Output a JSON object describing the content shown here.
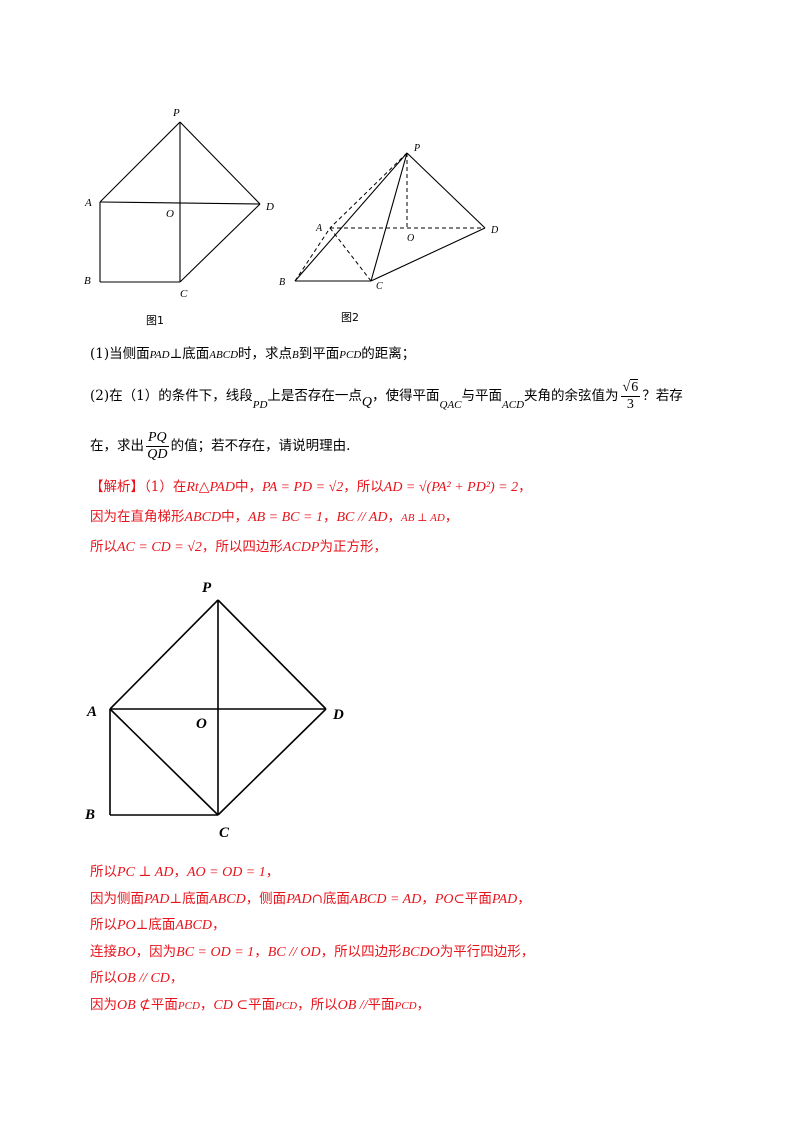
{
  "figure1": {
    "caption": "图1",
    "labels": {
      "P": "P",
      "A": "A",
      "O": "O",
      "D": "D",
      "B": "B",
      "C": "C"
    }
  },
  "figure2": {
    "caption": "图2",
    "labels": {
      "P": "P",
      "A": "A",
      "O": "O",
      "D": "D",
      "B": "B",
      "C": "C"
    }
  },
  "figure3": {
    "labels": {
      "P": "P",
      "A": "A",
      "O": "O",
      "D": "D",
      "B": "B",
      "C": "C"
    }
  },
  "question": {
    "q1_prefix": "(1)当侧面",
    "q1_m1": "PAD",
    "q1_t1": "⊥底面",
    "q1_m2": "ABCD",
    "q1_t2": "时，求点",
    "q1_m3": "B",
    "q1_t3": "到平面",
    "q1_m4": "PCD",
    "q1_t4": "的距离；",
    "q2_prefix": "(2)在（1）的条件下，线段",
    "q2_m1": "PD",
    "q2_t1": "上是否存在一点",
    "q2_m2": "Q",
    "q2_t2": "，使得平面",
    "q2_m3": "QAC",
    "q2_t3": "与平面",
    "q2_m4": "ACD",
    "q2_t4": "夹角的余弦值为",
    "q2_frac_num": "6",
    "q2_frac_den": "3",
    "q2_t5": "？若存",
    "q2_line2_prefix": "在，求出",
    "q2_frac2_num": "PQ",
    "q2_frac2_den": "QD",
    "q2_line2_suffix": "的值；若不存在，请说明理由."
  },
  "solution": {
    "tag": "【解析】",
    "l1_a": "（1）在",
    "l1_m1": "Rt△PAD",
    "l1_b": "中，",
    "l1_m2": "PA = PD = √2",
    "l1_c": "，所以",
    "l1_m3": "AD = √(PA² + PD²) = 2",
    "l1_d": "，",
    "l2_a": "因为在直角梯形",
    "l2_m1": "ABCD",
    "l2_b": "中，",
    "l2_m2": "AB = BC = 1",
    "l2_c": "，",
    "l2_m3": "BC // AD",
    "l2_d": "，",
    "l2_m4": "AB ⊥ AD",
    "l2_e": "，",
    "l3_a": "所以",
    "l3_m1": "AC = CD = √2",
    "l3_b": "，所以四边形",
    "l3_m2": "ACDP",
    "l3_c": "为正方形，",
    "l4_a": "所以",
    "l4_m1": "PC ⊥ AD",
    "l4_b": "，",
    "l4_m2": "AO = OD = 1",
    "l4_c": "，",
    "l5_a": "因为侧面",
    "l5_m1": "PAD",
    "l5_b": "⊥底面",
    "l5_m2": "ABCD",
    "l5_c": "，侧面",
    "l5_m3": "PAD",
    "l5_d": "∩底面",
    "l5_m4": "ABCD = AD",
    "l5_e": "，",
    "l5_m5": "PO",
    "l5_f": "⊂平面",
    "l5_m6": "PAD",
    "l5_g": "，",
    "l6_a": "所以",
    "l6_m1": "PO",
    "l6_b": "⊥底面",
    "l6_m2": "ABCD",
    "l6_c": "，",
    "l7_a": "连接",
    "l7_m1": "BO",
    "l7_b": "，因为",
    "l7_m2": "BC = OD = 1",
    "l7_c": "，",
    "l7_m3": "BC // OD",
    "l7_d": "，所以四边形",
    "l7_m4": "BCDO",
    "l7_e": "为平行四边形，",
    "l8_a": "所以",
    "l8_m1": "OB // CD",
    "l8_b": "，",
    "l9_a": "因为",
    "l9_m1": "OB ⊄",
    "l9_b": "平面",
    "l9_m2": "PCD",
    "l9_c": "，",
    "l9_m3": "CD ⊂",
    "l9_d": "平面",
    "l9_m4": "PCD",
    "l9_e": "，所以",
    "l9_m5": "OB //",
    "l9_f": "平面",
    "l9_m6": "PCD",
    "l9_g": "，"
  }
}
